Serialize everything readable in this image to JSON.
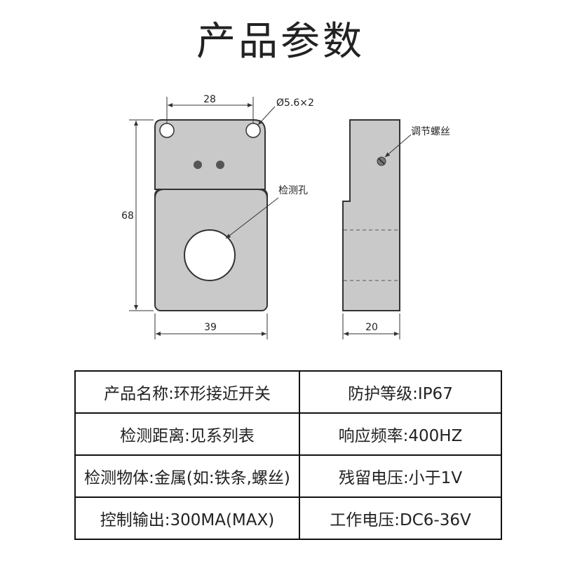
{
  "title": "产品参数",
  "front_view": {
    "dim_hole_spacing": "28",
    "dim_hole_dia": "Ø5.6×2",
    "dim_height": "68",
    "dim_width": "39",
    "label_detect_hole": "检测孔"
  },
  "side_view": {
    "label_adjust_screw": "调节螺丝",
    "dim_depth": "20"
  },
  "colors": {
    "body_gray": "#c9c9c9",
    "outline": "#333333"
  },
  "specs": [
    [
      "产品名称:环形接近开关",
      "防护等级:IP67"
    ],
    [
      "检测距离:见系列表",
      "响应频率:400HZ"
    ],
    [
      "检测物体:金属(如:铁条,螺丝)",
      "残留电压:小于1V"
    ],
    [
      "控制输出:300MA(MAX)",
      "工作电压:DC6-36V"
    ]
  ]
}
